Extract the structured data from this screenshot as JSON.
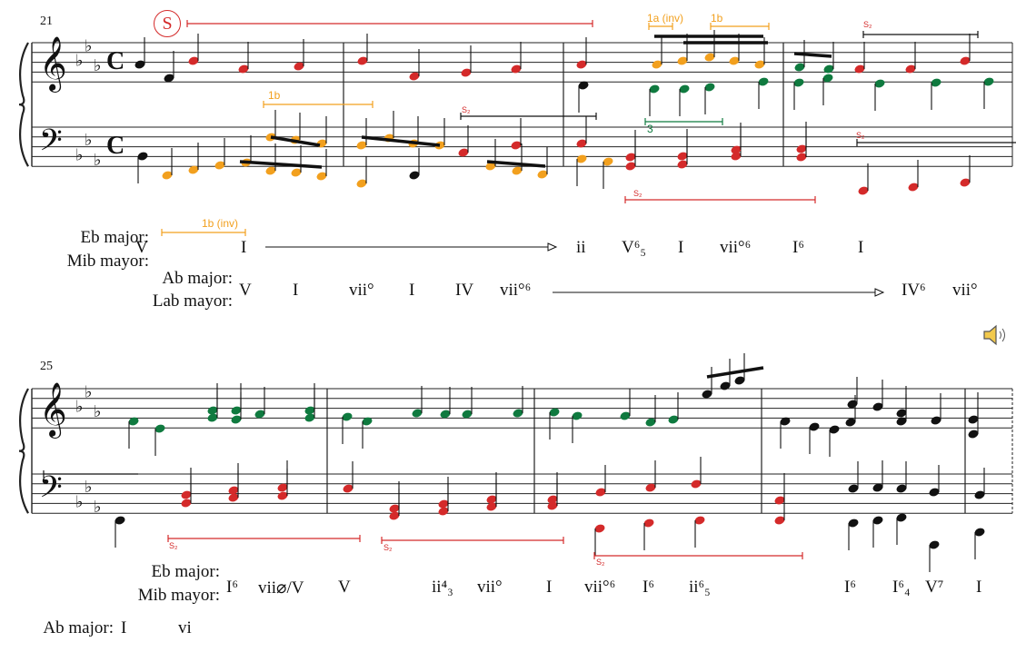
{
  "measure_numbers": [
    "21",
    "25"
  ],
  "time_signature": "C",
  "annotations": {
    "s_circle": "S",
    "s2": "S₂",
    "motif_1a_inv": "1a (inv)",
    "motif_1b": "1b",
    "motif_1b_inv": "1b (inv)",
    "three": "3"
  },
  "keys": {
    "eb_en": "Eb major:",
    "eb_es": "Mib mayor:",
    "ab_en": "Ab major:",
    "ab_es": "Lab mayor:"
  },
  "analysis_row1": {
    "eb": [
      "V",
      "I",
      "ii",
      "V⁶₅",
      "I",
      "vii°⁶",
      "I⁶",
      "I"
    ],
    "ab": [
      "V",
      "I",
      "vii°",
      "I",
      "IV",
      "vii°⁶",
      "IV⁶",
      "vii°"
    ]
  },
  "analysis_row2": {
    "eb": [
      "I⁶",
      "vii⌀/V",
      "V",
      "ii⁴₃",
      "vii°",
      "I",
      "vii°⁶",
      "I⁶",
      "ii⁶₅",
      "I⁶",
      "I⁶₄",
      "V⁷",
      "I"
    ],
    "ab": [
      "I",
      "vi"
    ]
  },
  "colors": {
    "red": "#d42a2a",
    "orange": "#f2a01e",
    "green": "#0f7a3f",
    "black": "#111111"
  },
  "icons": [
    "play-audio-icon"
  ]
}
